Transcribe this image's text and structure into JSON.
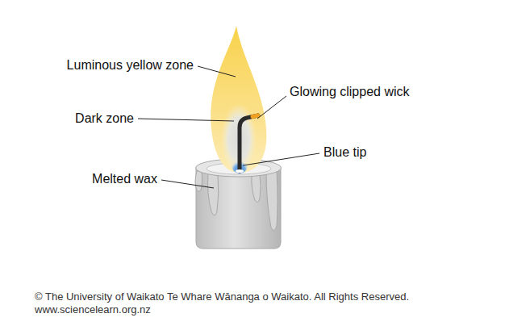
{
  "diagram": {
    "labels": [
      "Luminous yellow zone",
      "Dark zone",
      "Glowing clipped wick",
      "Blue tip",
      "Melted wax",
      "© The University of Waikato Te Whare Wānanga o Waikato. All Rights Reserved.",
      "www.sciencelearn.org.nz"
    ]
  }
}
